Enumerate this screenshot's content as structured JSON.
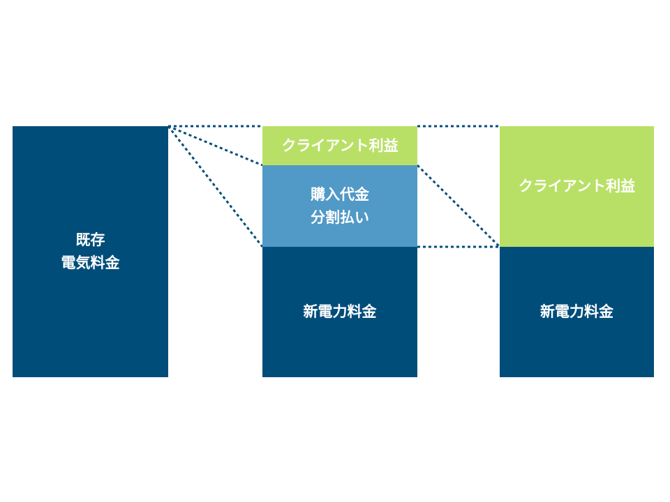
{
  "existing": {
    "line1": "既存",
    "line2": "電気料金"
  },
  "middle": {
    "profit": "クライアント利益",
    "purchase_line1": "購入代金",
    "purchase_line2": "分割払い",
    "new_fee": "新電力料金"
  },
  "right": {
    "profit": "クライアント利益",
    "new_fee": "新電力料金"
  },
  "colors": {
    "dark": "#004d7a",
    "mid": "#5199c6",
    "green": "#b9e066"
  }
}
